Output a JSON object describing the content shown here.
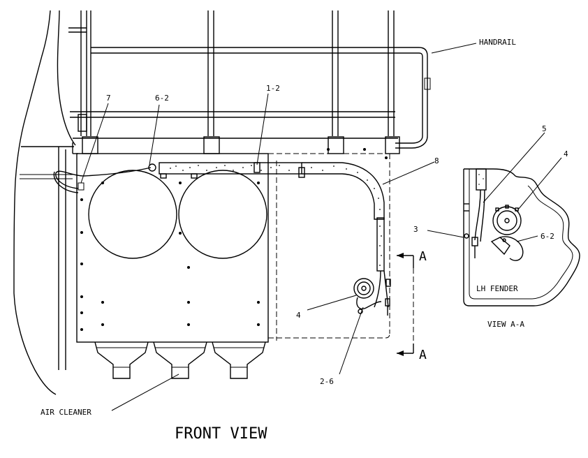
{
  "labels": {
    "handrail": "HANDRAIL",
    "item_7": "7",
    "item_6_2_front": "6-2",
    "item_1_2": "1-2",
    "item_8": "8",
    "item_4_front": "4",
    "item_2_6": "2-6",
    "air_cleaner": "AIR CLEANER",
    "item_5": "5",
    "item_4_view": "4",
    "item_3": "3",
    "item_6_2_view": "6-2",
    "lh_fender": "LH FENDER",
    "view_a_a": "VIEW A-A",
    "section_top": "A",
    "section_bottom": "A",
    "front_view": "FRONT VIEW"
  }
}
